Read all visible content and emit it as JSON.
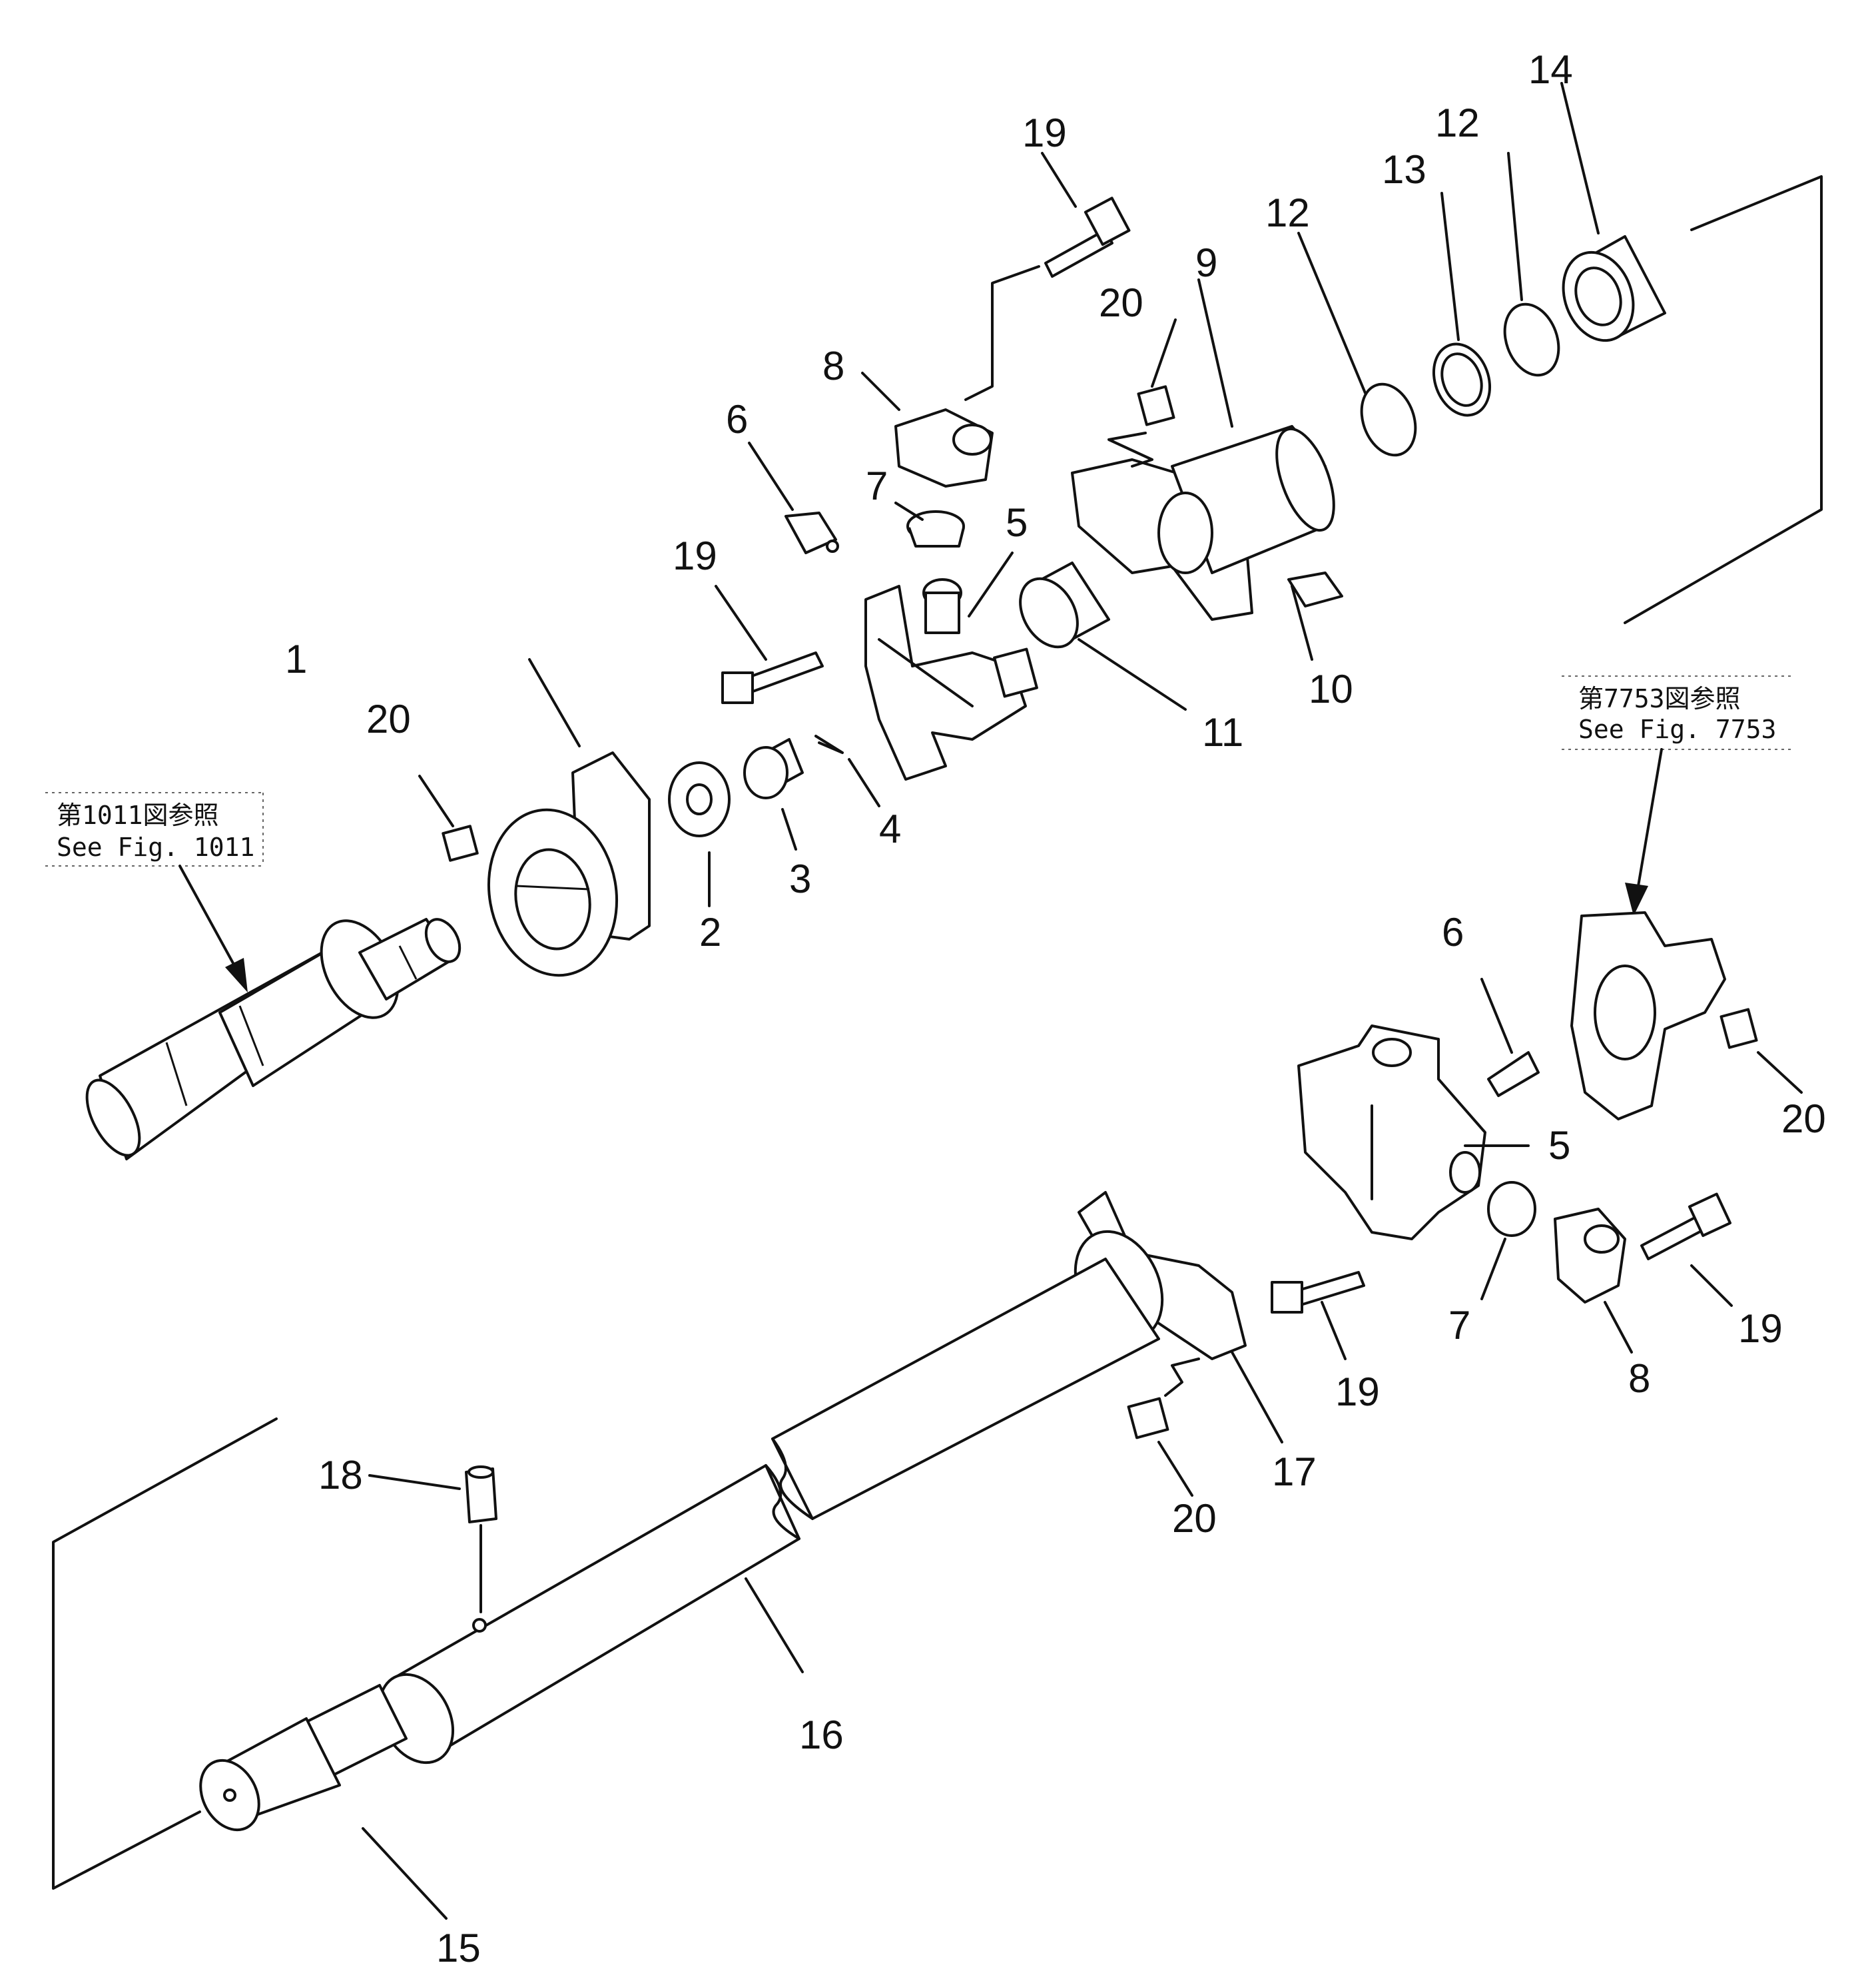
{
  "references": [
    {
      "id": "ref-1011",
      "jp": "第1011図参照",
      "en": "See Fig. 1011"
    },
    {
      "id": "ref-7753",
      "jp": "第7753図参照",
      "en": "See Fig. 7753"
    }
  ],
  "callouts": [
    {
      "id": "c1",
      "label": "1"
    },
    {
      "id": "c2",
      "label": "2"
    },
    {
      "id": "c3",
      "label": "3"
    },
    {
      "id": "c4",
      "label": "4"
    },
    {
      "id": "c5a",
      "label": "5"
    },
    {
      "id": "c5b",
      "label": "5"
    },
    {
      "id": "c6a",
      "label": "6"
    },
    {
      "id": "c6b",
      "label": "6"
    },
    {
      "id": "c7a",
      "label": "7"
    },
    {
      "id": "c7b",
      "label": "7"
    },
    {
      "id": "c8a",
      "label": "8"
    },
    {
      "id": "c8b",
      "label": "8"
    },
    {
      "id": "c9",
      "label": "9"
    },
    {
      "id": "c10",
      "label": "10"
    },
    {
      "id": "c11",
      "label": "11"
    },
    {
      "id": "c12a",
      "label": "12"
    },
    {
      "id": "c12b",
      "label": "12"
    },
    {
      "id": "c13",
      "label": "13"
    },
    {
      "id": "c14",
      "label": "14"
    },
    {
      "id": "c15",
      "label": "15"
    },
    {
      "id": "c16",
      "label": "16"
    },
    {
      "id": "c17",
      "label": "17"
    },
    {
      "id": "c18",
      "label": "18"
    },
    {
      "id": "c19a",
      "label": "19"
    },
    {
      "id": "c19b",
      "label": "19"
    },
    {
      "id": "c19c",
      "label": "19"
    },
    {
      "id": "c19d",
      "label": "19"
    },
    {
      "id": "c20a",
      "label": "20"
    },
    {
      "id": "c20b",
      "label": "20"
    },
    {
      "id": "c20c",
      "label": "20"
    },
    {
      "id": "c20d",
      "label": "20"
    }
  ]
}
